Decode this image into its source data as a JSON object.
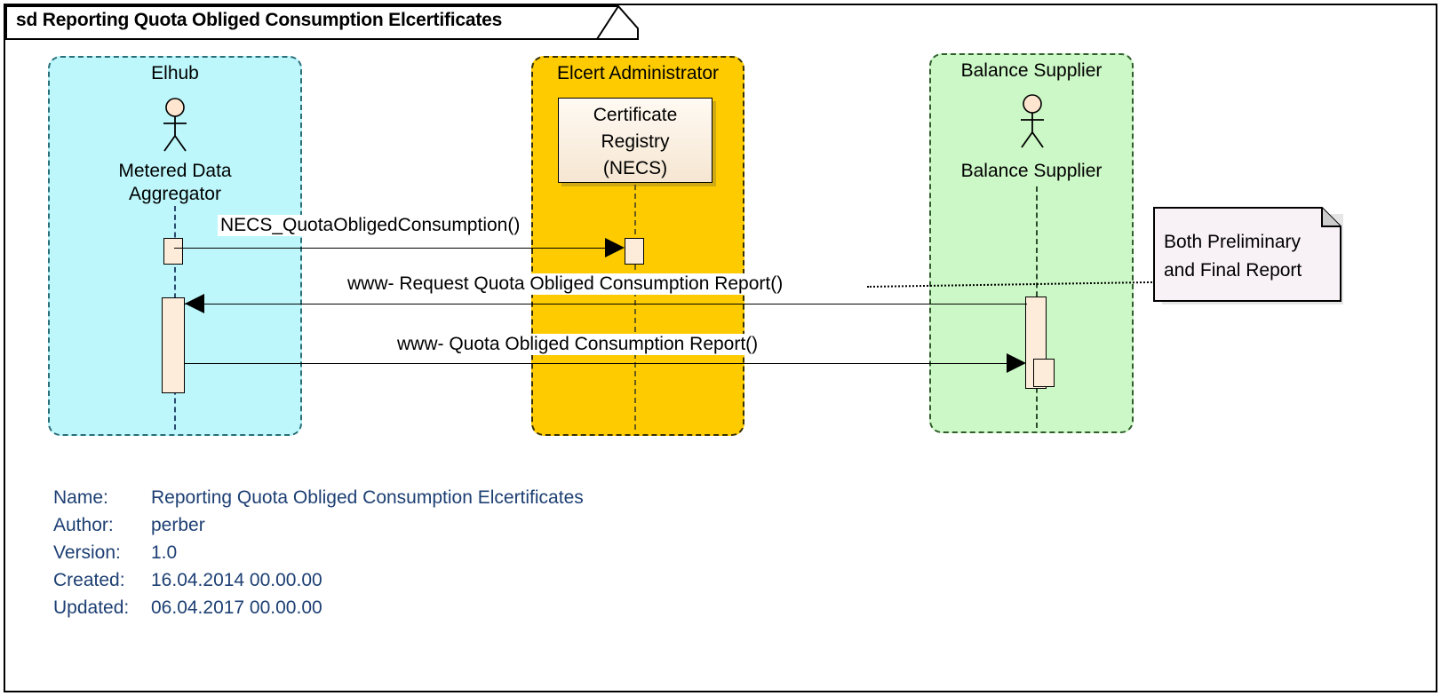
{
  "diagram": {
    "kind_prefix": "sd",
    "title": "sd Reporting Quota Obliged Consumption Elcertificates"
  },
  "partitions": [
    {
      "id": "elhub",
      "title": "Elhub",
      "actor_label": "Metered Data\nAggregator",
      "actor_label_line1": "Metered Data",
      "actor_label_line2": "Aggregator",
      "color": "#bdf7fb",
      "has_actor": true
    },
    {
      "id": "elcert",
      "title": "Elcert Administrator",
      "object_line1": "Certificate",
      "object_line2": "Registry",
      "object_line3": "(NECS)",
      "color": "#fdcb00",
      "has_actor": false
    },
    {
      "id": "balance",
      "title": "Balance Supplier",
      "actor_label_line1": "Balance Supplier",
      "color": "#ccf7c6",
      "has_actor": true
    }
  ],
  "messages": [
    {
      "id": "m1",
      "label": "NECS_QuotaObligedConsumption()",
      "from": "elhub",
      "to": "elcert",
      "direction": "right"
    },
    {
      "id": "m2",
      "label": "www- Request Quota Obliged Consumption Report()",
      "from": "balance",
      "to": "elhub",
      "direction": "left"
    },
    {
      "id": "m3",
      "label": "www- Quota Obliged Consumption Report()",
      "from": "elhub",
      "to": "balance",
      "direction": "right"
    }
  ],
  "note": {
    "line1": "Both Preliminary",
    "line2": "and Final Report",
    "background": "#f8f1f6"
  },
  "metadata": {
    "rows": [
      {
        "key": "Name:",
        "value": "Reporting Quota Obliged Consumption Elcertificates"
      },
      {
        "key": "Author:",
        "value": "perber"
      },
      {
        "key": "Version:",
        "value": "1.0"
      },
      {
        "key": "Created:",
        "value": "16.04.2014 00.00.00"
      },
      {
        "key": "Updated:",
        "value": "06.04.2017 00.00.00"
      }
    ],
    "text_color": "#1d3f73"
  }
}
